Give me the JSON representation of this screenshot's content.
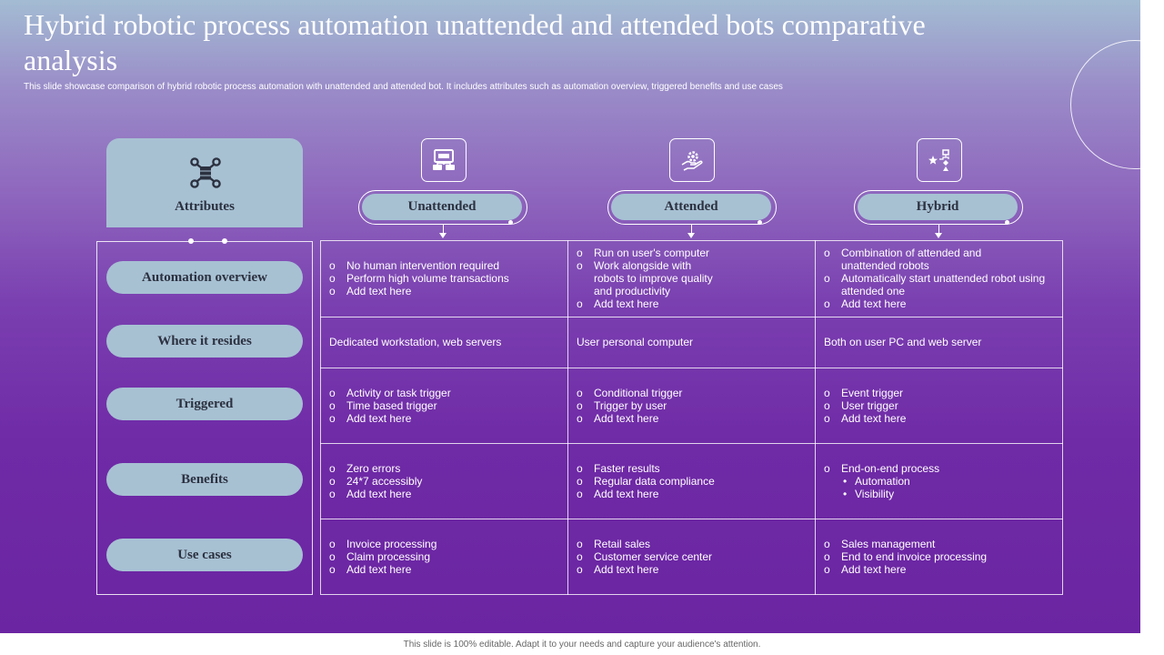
{
  "title": "Hybrid robotic process automation unattended and attended bots comparative analysis",
  "subtitle": "This slide showcase comparison of hybrid robotic process automation with unattended and attended bot. It includes attributes such as automation overview, triggered benefits and use cases",
  "footer": "This slide is 100% editable. Adapt it to your needs and capture your audience's attention.",
  "colors": {
    "background_top": "#a3bcd3",
    "background_bottom": "#6b25a2",
    "pill": "#a7c1d3",
    "pill_text": "#2c3140",
    "text": "#ffffff"
  },
  "attributes_header": {
    "label": "Attributes",
    "icon": "network-nodes-icon"
  },
  "rows": [
    {
      "label": "Automation overview"
    },
    {
      "label": "Where it resides"
    },
    {
      "label": "Triggered"
    },
    {
      "label": "Benefits"
    },
    {
      "label": "Use cases"
    }
  ],
  "columns": [
    {
      "label": "Unattended",
      "icon": "server-computer-icon"
    },
    {
      "label": "Attended",
      "icon": "hand-gear-icon"
    },
    {
      "label": "Hybrid",
      "icon": "flowchart-star-icon"
    }
  ],
  "cells": [
    [
      {
        "items": [
          "No human intervention required",
          "Perform high volume transactions",
          "Add text here"
        ]
      },
      {
        "items": [
          "Run on user's computer",
          "Work alongside with robots to improve quality and productivity",
          "Add text here"
        ]
      },
      {
        "items": [
          "Combination of attended and unattended robots",
          "Automatically  start unattended robot using attended one",
          "Add text here"
        ]
      }
    ],
    [
      {
        "text": "Dedicated workstation, web servers"
      },
      {
        "text": "User personal computer"
      },
      {
        "text": "Both on user PC and web server"
      }
    ],
    [
      {
        "items": [
          "Activity  or task trigger",
          "Time based trigger",
          "Add text here"
        ]
      },
      {
        "items": [
          "Conditional trigger",
          "Trigger by user",
          "Add text here"
        ]
      },
      {
        "items": [
          "Event trigger",
          "User trigger",
          "Add text here"
        ]
      }
    ],
    [
      {
        "items": [
          "Zero errors",
          "24*7 accessibly",
          "Add text here"
        ]
      },
      {
        "items": [
          "Faster results",
          "Regular data compliance",
          "Add text here"
        ]
      },
      {
        "items": [
          "End-on-end process"
        ],
        "subitems": [
          "Automation",
          "Visibility"
        ]
      }
    ],
    [
      {
        "items": [
          "Invoice processing",
          "Claim processing",
          "Add text here"
        ]
      },
      {
        "items": [
          "Retail sales",
          "Customer service center",
          "Add text here"
        ]
      },
      {
        "items": [
          "Sales management",
          "End to end invoice processing",
          "Add text here"
        ]
      }
    ]
  ]
}
